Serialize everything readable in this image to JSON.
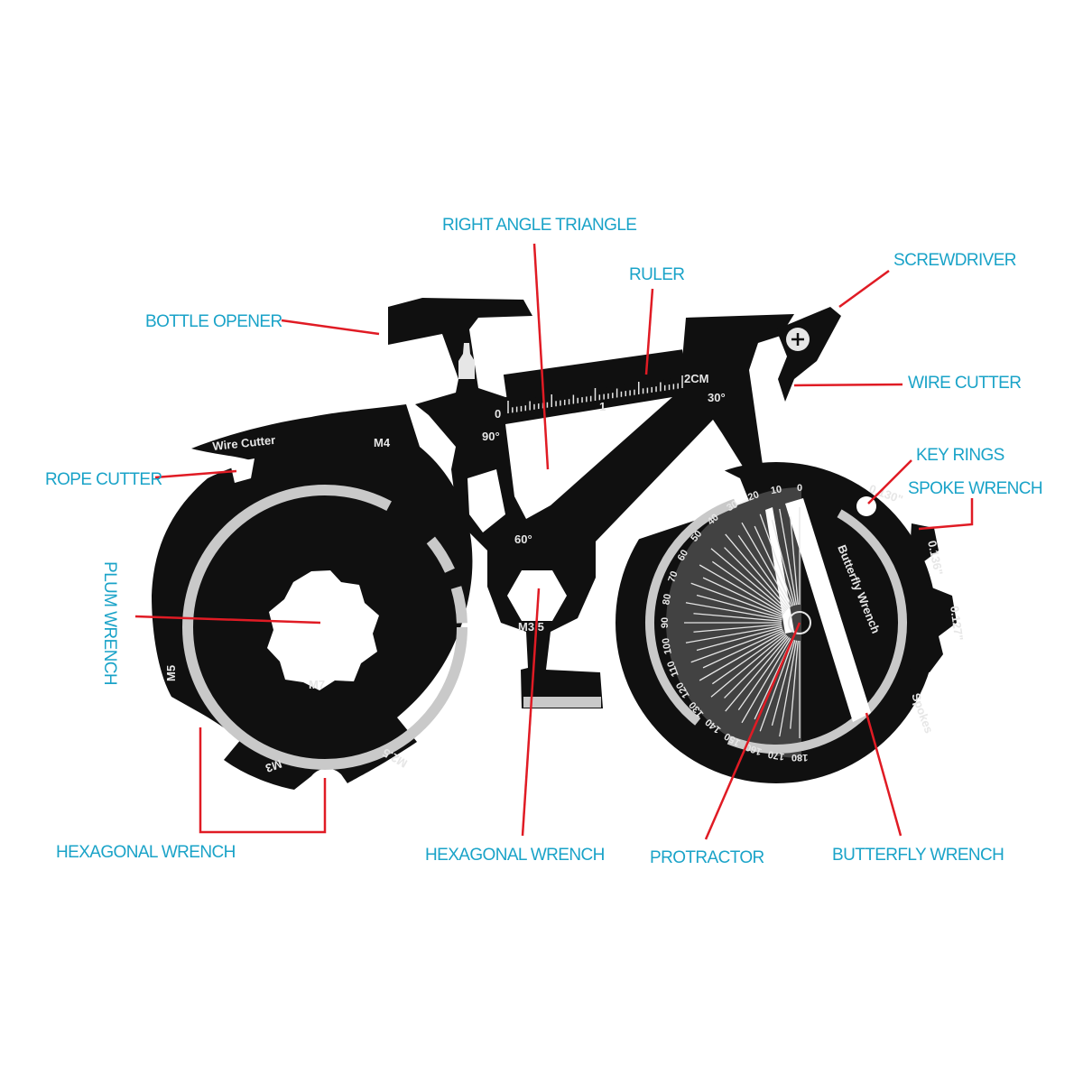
{
  "colors": {
    "callout_text": "#1aa3c8",
    "leader_line": "#e01b24",
    "tool_body": "#101010",
    "engraving": "#e6e6e6",
    "polished_edge": "#c9c9c9"
  },
  "callouts": {
    "right_angle_triangle": "RIGHT ANGLE TRIANGLE",
    "ruler": "RULER",
    "screwdriver": "SCREWDRIVER",
    "bottle_opener": "BOTTLE  OPENER",
    "wire_cutter": "WIRE CUTTER",
    "key_rings": "KEY RINGS",
    "spoke_wrench": "SPOKE WRENCH",
    "rope_cutter": "ROPE CUTTER",
    "plum_wrench": "PLUM WRENCH",
    "hexagonal_wrench_left": "HEXAGONAL WRENCH",
    "hexagonal_wrench_center": "HEXAGONAL WRENCH",
    "protractor": "PROTRACTOR",
    "butterfly_wrench": "BUTTERFLY WRENCH"
  },
  "engravings": {
    "wire_cutter": "Wire Cutter",
    "m4": "M4",
    "m5": "M5",
    "m7": "M7",
    "m3": "M3",
    "m2_5": "M2.5",
    "m3_5": "M3.5",
    "ruler_zero": "0",
    "ruler_one": "1",
    "ruler_two": "2CM",
    "angle_90": "90°",
    "angle_30": "30°",
    "angle_60": "60°",
    "butterfly_wrench": "Butterfly Wrench",
    "spokes": "Spokes",
    "spoke_130": "0.130\"",
    "spoke_136": "0.136\"",
    "spoke_127": "0.127\""
  },
  "protractor_scale": [
    "0",
    "10",
    "20",
    "30",
    "40",
    "50",
    "60",
    "70",
    "80",
    "90",
    "100",
    "110",
    "120",
    "130",
    "140",
    "150",
    "160",
    "170",
    "180"
  ]
}
